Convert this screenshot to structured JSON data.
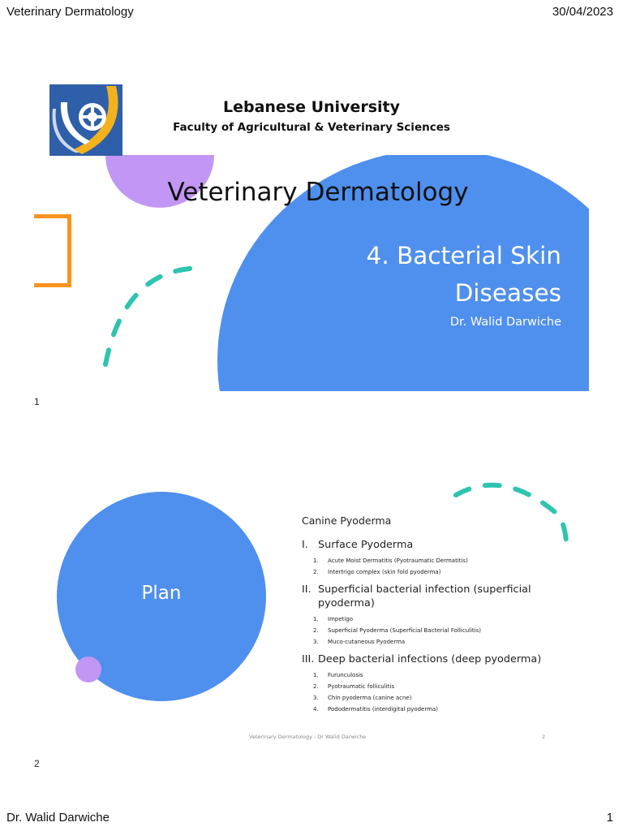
{
  "page": {
    "header_left": "Veterinary Dermatology",
    "header_right": "30/04/2023",
    "footer_left": "Dr. Walid Darwiche",
    "footer_right": "1"
  },
  "slide1": {
    "number": "1",
    "university": "Lebanese University",
    "faculty": "Faculty of Agricultural & Veterinary Sciences",
    "title": "Veterinary Dermatology",
    "subtitle_line1": "4.  Bacterial Skin",
    "subtitle_line2": "Diseases",
    "author": "Dr. Walid Darwiche"
  },
  "slide2": {
    "number": "2",
    "plan_label": "Plan",
    "heading": "Canine Pyoderma",
    "sections": [
      {
        "num": "I.",
        "title": "Surface Pyoderma",
        "items": [
          "Acute Moist Dermatitis (Pyotraumatic Dermatitis)",
          "Intertrigo complex (skin fold pyoderma)"
        ]
      },
      {
        "num": "II.",
        "title": "Superficial bacterial infection (superficial pyoderma)",
        "items": [
          "Impetigo",
          "Superficial Pyoderma (Superficial Bacterial Folliculitis)",
          "Muco-cutaneous Pyoderma"
        ]
      },
      {
        "num": "III.",
        "title": "Deep bacterial infections (deep pyoderma)",
        "items": [
          "Furunculosis",
          "Pyotraumatic folliculitis",
          "Chin pyoderma (canine acne)",
          "Pododermatitis (interdigital pyoderma)"
        ]
      }
    ],
    "footer_text": "Veterinary Dermatology - Dr Walid Darwiche",
    "footer_page": "2"
  },
  "colors": {
    "blue": "#4f8fee",
    "purple": "#c196f4",
    "orange": "#f7931e",
    "teal": "#2ec4b0"
  },
  "icons": {
    "logo": "lebanese-university-logo-icon"
  }
}
